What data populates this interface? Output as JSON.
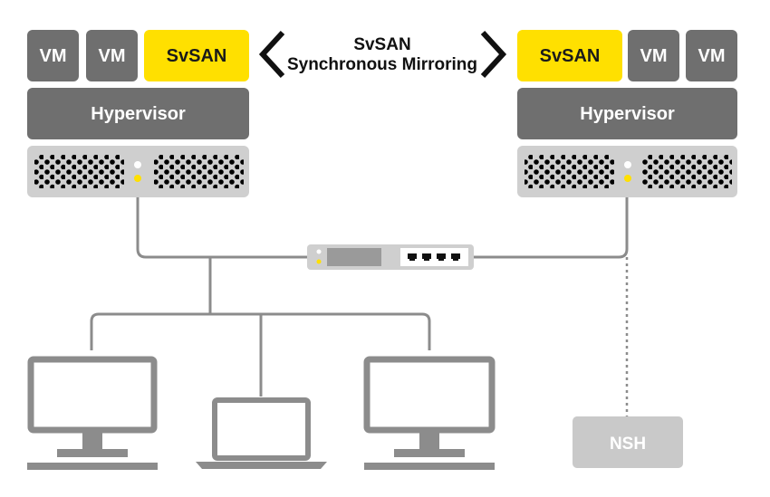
{
  "mirror_label": {
    "line1": "SvSAN",
    "line2": "Synchronous Mirroring"
  },
  "left_node": {
    "blocks": [
      "VM",
      "VM",
      "SvSAN"
    ],
    "hypervisor": "Hypervisor"
  },
  "right_node": {
    "blocks": [
      "SvSAN",
      "VM",
      "VM"
    ],
    "hypervisor": "Hypervisor"
  },
  "nsh_label": "NSH",
  "colors": {
    "block_gray": "#6f6f6f",
    "server_gray": "#cfcfcf",
    "accent_yellow": "#ffe000",
    "line_gray": "#8c8c8c",
    "nsh_gray": "#c9c9c9"
  }
}
